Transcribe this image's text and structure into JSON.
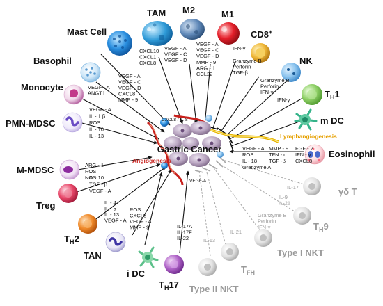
{
  "center": {
    "title": "Gastric Cancer",
    "lymph": "Lymphangiogenesis",
    "angio": "Angiogenesis",
    "top_tag": "CXCL8 / IL-8",
    "vegf_tag": "VEGF-A"
  },
  "cells": {
    "tam": {
      "name": "TAM",
      "factors": [
        "CXCL10",
        "CXCL1",
        "CXCL8"
      ]
    },
    "m2": {
      "name": "M2",
      "factors": [
        "VEGF - A",
        "VEGF - C",
        "VEGF - D"
      ]
    },
    "m1": {
      "name": "M1",
      "factors": [
        "IFN-γ"
      ]
    },
    "cd8": {
      "name": "CD8",
      "sup": "+",
      "factors": [
        "Granzyme B",
        "Perforin",
        "TGF-β"
      ]
    },
    "mast": {
      "name": "Mast  Cell",
      "factors": [
        "VEGF - A",
        "VEGF - C",
        "VEGF - D"
      ]
    },
    "basophil": {
      "name": "Basophil",
      "factors": [
        "VEGF - A",
        "VEGF - C",
        "VEGF - D",
        "CXCL8",
        "MMP - 9"
      ]
    },
    "nk": {
      "name": "NK",
      "factors": [
        "Granzyme B",
        "Perforin",
        "IFN-γ"
      ]
    },
    "monocyte": {
      "name": "Monocyte",
      "factors": [
        "VEGF - A",
        "ANGT1"
      ]
    },
    "th1": {
      "name": "T",
      "sub": "H",
      "suffix": "1",
      "factors": [
        "IFN-γ"
      ]
    },
    "mdc": {
      "name": "m DC"
    },
    "pmnmdsc": {
      "name": "PMN-MDSC",
      "factors": [
        "VEGF - A",
        "IL - 1 β",
        "ROS",
        "IL - 10",
        "IL - 13"
      ]
    },
    "eosinophil": {
      "name": "Eosinophil",
      "factors": [
        "VEGF - A",
        "MMP - 9",
        "FGF - 2",
        "ROS",
        "TFN - α",
        "IFN - γ",
        "IL - 18",
        "TGF -β",
        "CXCL8",
        "Granzyme A"
      ]
    },
    "mmdsc": {
      "name": "M-MDSC",
      "factors": [
        "ARG - 1",
        "ROS",
        "NOS"
      ]
    },
    "gdt": {
      "name": "γδ T",
      "factors": [
        "IL-17"
      ]
    },
    "treg": {
      "name": "Treg",
      "factors": [
        "IL - 10",
        "TGF - β",
        "VEGF - A"
      ]
    },
    "th9": {
      "name": "T",
      "sub": "H",
      "suffix": "9",
      "factors": [
        "IL-9",
        "IL-21"
      ]
    },
    "th2": {
      "name": "T",
      "sub": "H",
      "suffix": "2",
      "factors": [
        "IL - 4",
        "IL - 5",
        "IL - 13",
        "VEGF - A"
      ]
    },
    "type1nkt": {
      "name": "Type I NKT",
      "factors": [
        "Granzyme B",
        "Perforin",
        "IFN-γ"
      ]
    },
    "tan": {
      "name": "TAN",
      "factors": [
        "ROS",
        "CXCL8",
        "VEGF - A",
        "MMP - 9"
      ]
    },
    "tfh": {
      "name": "T",
      "sub": "FH",
      "suffix": "",
      "factors": [
        "IL-21"
      ]
    },
    "idc": {
      "name": "i DC"
    },
    "th17": {
      "name": "T",
      "sub": "H",
      "suffix": "17",
      "factors": [
        "IL-17A",
        "IL-17F",
        "IL-22"
      ]
    },
    "type2nkt": {
      "name": "Type II NKT",
      "factors": [
        "IL-13"
      ]
    },
    "m2extra": {
      "factors": [
        "MMP - 9",
        "ARG - 1",
        "CCL22"
      ]
    }
  },
  "colors": {
    "tam": "#2f9bd8",
    "m2": "#5f88b8",
    "m1": "#e51f2a",
    "cd8": "#f0b838",
    "mast": "#2a8fe0",
    "basophil": "#a8d4f2",
    "nk": "#4aa2e6",
    "monocyte": "#d23a8c",
    "th1": "#8fd067",
    "mdc": "#35b38a",
    "pmnmdsc": "#7a5cc4",
    "mmdsc": "#9c3aa8",
    "treg": "#e8486a",
    "th2": "#f08a2a",
    "tan": "#4a3eaa",
    "idc": "#5cc08a",
    "th17": "#b064c8",
    "eos": "#ff8a9a",
    "gray": "#c8c8c8",
    "red": "#c8201c",
    "gold": "#e6b400"
  }
}
